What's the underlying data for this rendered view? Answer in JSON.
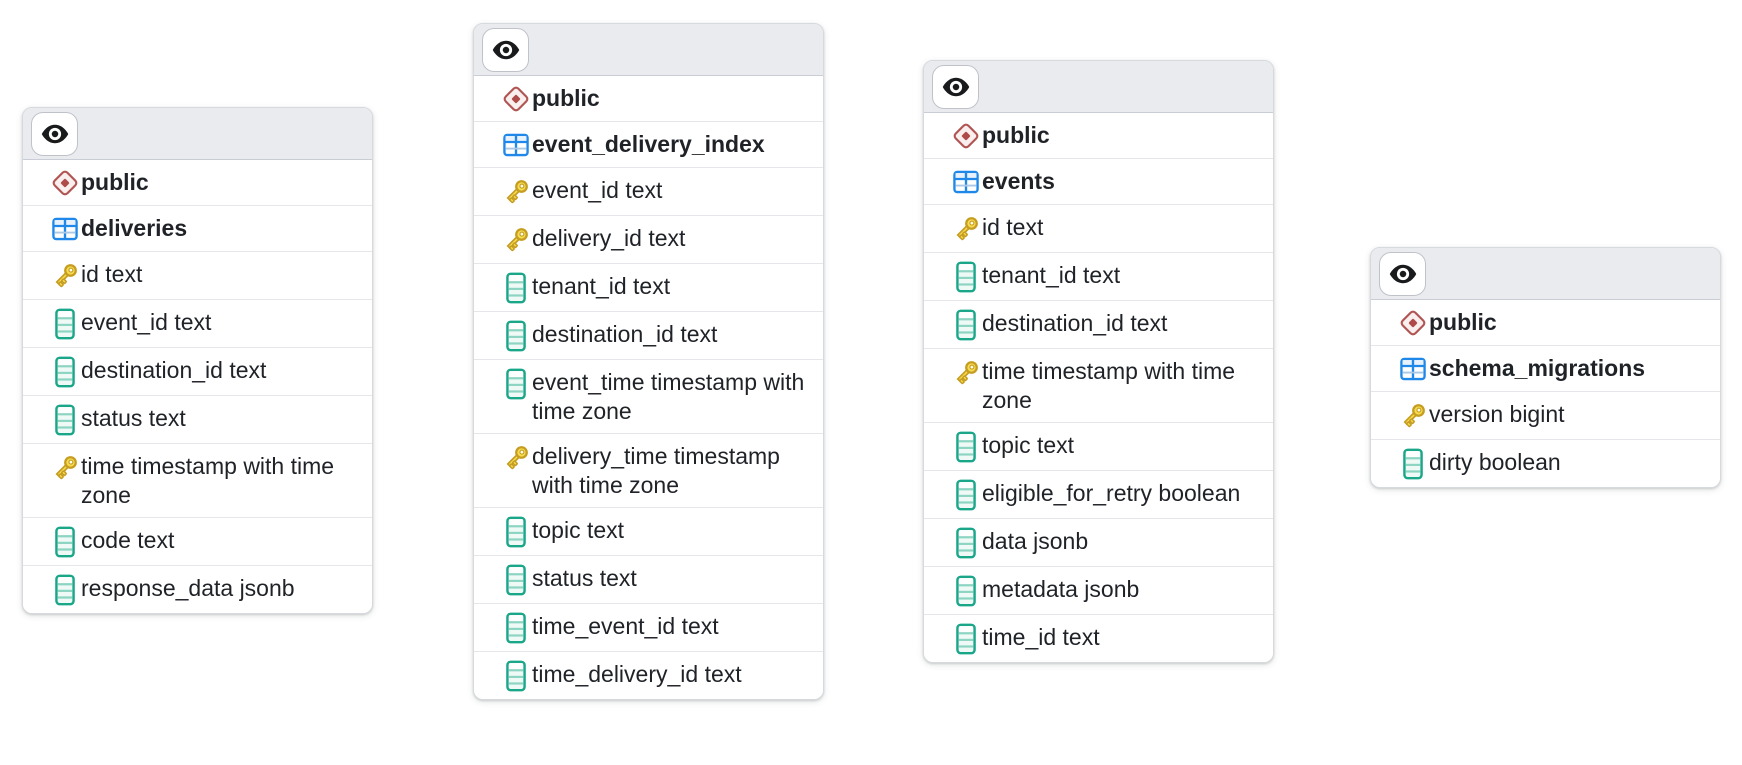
{
  "diagram": {
    "tables": [
      {
        "schema": "public",
        "name": "deliveries",
        "columns": [
          {
            "name": "id",
            "type": "text",
            "primary_key": true
          },
          {
            "name": "event_id",
            "type": "text",
            "primary_key": false
          },
          {
            "name": "destination_id",
            "type": "text",
            "primary_key": false
          },
          {
            "name": "status",
            "type": "text",
            "primary_key": false
          },
          {
            "name": "time",
            "type": "timestamp with time zone",
            "primary_key": true
          },
          {
            "name": "code",
            "type": "text",
            "primary_key": false
          },
          {
            "name": "response_data",
            "type": "jsonb",
            "primary_key": false
          }
        ]
      },
      {
        "schema": "public",
        "name": "event_delivery_index",
        "columns": [
          {
            "name": "event_id",
            "type": "text",
            "primary_key": true
          },
          {
            "name": "delivery_id",
            "type": "text",
            "primary_key": true
          },
          {
            "name": "tenant_id",
            "type": "text",
            "primary_key": false
          },
          {
            "name": "destination_id",
            "type": "text",
            "primary_key": false
          },
          {
            "name": "event_time",
            "type": "timestamp with time zone",
            "primary_key": false
          },
          {
            "name": "delivery_time",
            "type": "timestamp with time zone",
            "primary_key": true
          },
          {
            "name": "topic",
            "type": "text",
            "primary_key": false
          },
          {
            "name": "status",
            "type": "text",
            "primary_key": false
          },
          {
            "name": "time_event_id",
            "type": "text",
            "primary_key": false
          },
          {
            "name": "time_delivery_id",
            "type": "text",
            "primary_key": false
          }
        ]
      },
      {
        "schema": "public",
        "name": "events",
        "columns": [
          {
            "name": "id",
            "type": "text",
            "primary_key": true
          },
          {
            "name": "tenant_id",
            "type": "text",
            "primary_key": false
          },
          {
            "name": "destination_id",
            "type": "text",
            "primary_key": false
          },
          {
            "name": "time",
            "type": "timestamp with time zone",
            "primary_key": true
          },
          {
            "name": "topic",
            "type": "text",
            "primary_key": false
          },
          {
            "name": "eligible_for_retry",
            "type": "boolean",
            "primary_key": false
          },
          {
            "name": "data",
            "type": "jsonb",
            "primary_key": false
          },
          {
            "name": "metadata",
            "type": "jsonb",
            "primary_key": false
          },
          {
            "name": "time_id",
            "type": "text",
            "primary_key": false
          }
        ]
      },
      {
        "schema": "public",
        "name": "schema_migrations",
        "columns": [
          {
            "name": "version",
            "type": "bigint",
            "primary_key": true
          },
          {
            "name": "dirty",
            "type": "boolean",
            "primary_key": false
          }
        ]
      }
    ]
  },
  "icons": {
    "header_button": "eye-icon",
    "schema": "diamond-icon",
    "table": "table-grid-icon",
    "primary_key": "key-icon",
    "column": "column-icon"
  },
  "colors": {
    "table_accent": "#1f88e8",
    "schema_accent": "#b15552",
    "key_fill": "#f6dc4e",
    "key_stroke": "#c59d22",
    "column_accent": "#1aa689",
    "header_bg": "#e9ebef",
    "card_border": "#d6d9de",
    "row_divider": "#e4e6ea",
    "text": "#1f2227"
  }
}
